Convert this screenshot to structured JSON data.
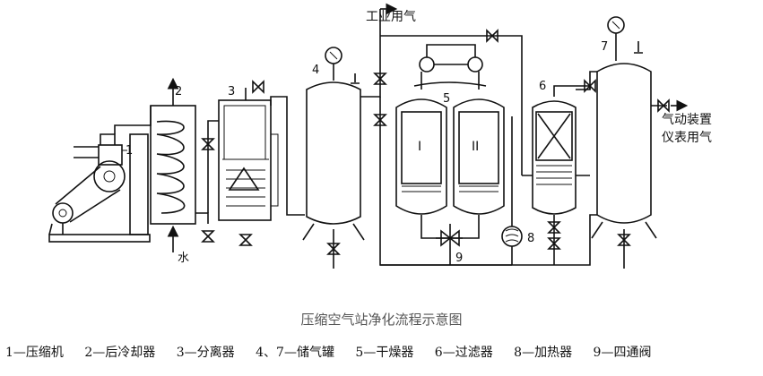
{
  "labels": {
    "industrial_air": "工业用气",
    "water": "水",
    "pneumatic_device": "气动装置",
    "instrument_air": "仪表用气",
    "dryer_1": "I",
    "dryer_2": "II"
  },
  "numbers": {
    "n1": "1",
    "n2": "2",
    "n3": "3",
    "n4": "4",
    "n5": "5",
    "n6": "6",
    "n7": "7",
    "n8": "8",
    "n9": "9"
  },
  "caption": "压缩空气站净化流程示意图",
  "legend": [
    "1—压缩机",
    "2—后冷却器",
    "3—分离器",
    "4、7—储气罐",
    "5—干燥器",
    "6—过滤器",
    "8—加热器",
    "9—四通阀"
  ]
}
